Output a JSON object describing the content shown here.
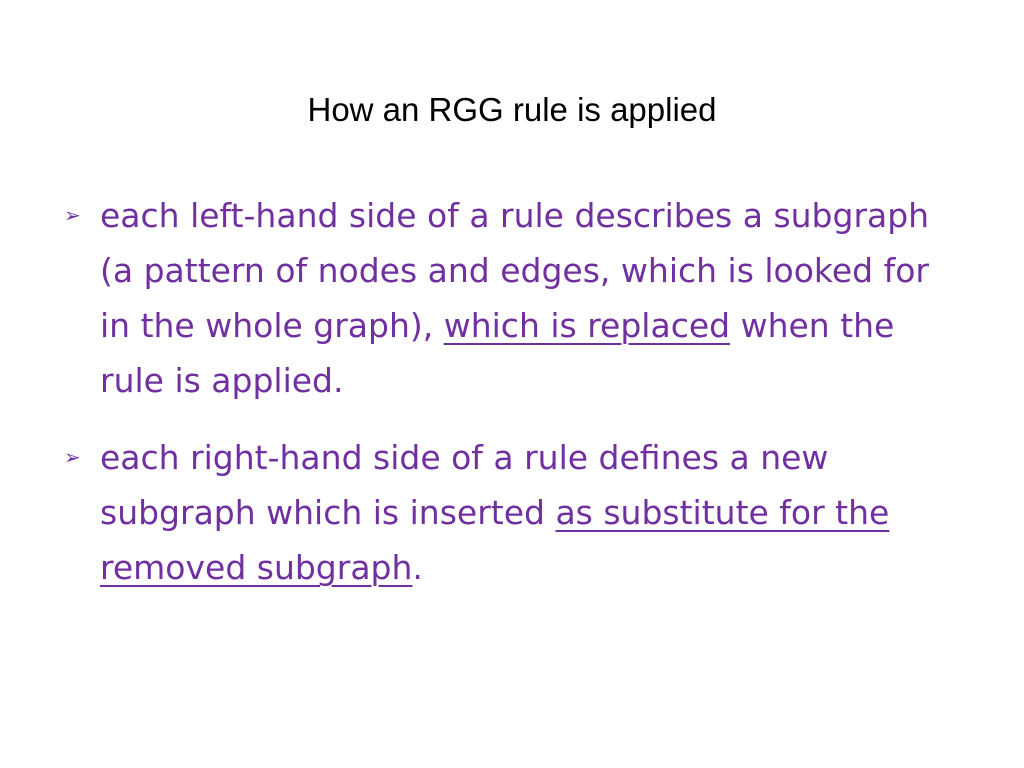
{
  "slide": {
    "title": "How an RGG rule is applied",
    "bullet_marker": "➢",
    "bullets": [
      {
        "text_before": "each left-hand side of a rule describes a subgraph (a pattern of nodes and edges, which is looked for in the whole graph), ",
        "underlined": "which is replaced",
        "text_after": " when the rule is applied."
      },
      {
        "text_before": "each right-hand side of a rule defines a new subgraph which is inserted ",
        "underlined": "as substitute for the removed subgraph",
        "text_after": "."
      }
    ]
  },
  "colors": {
    "title": "#000000",
    "bullet_text": "#7030a0",
    "background": "#ffffff"
  }
}
